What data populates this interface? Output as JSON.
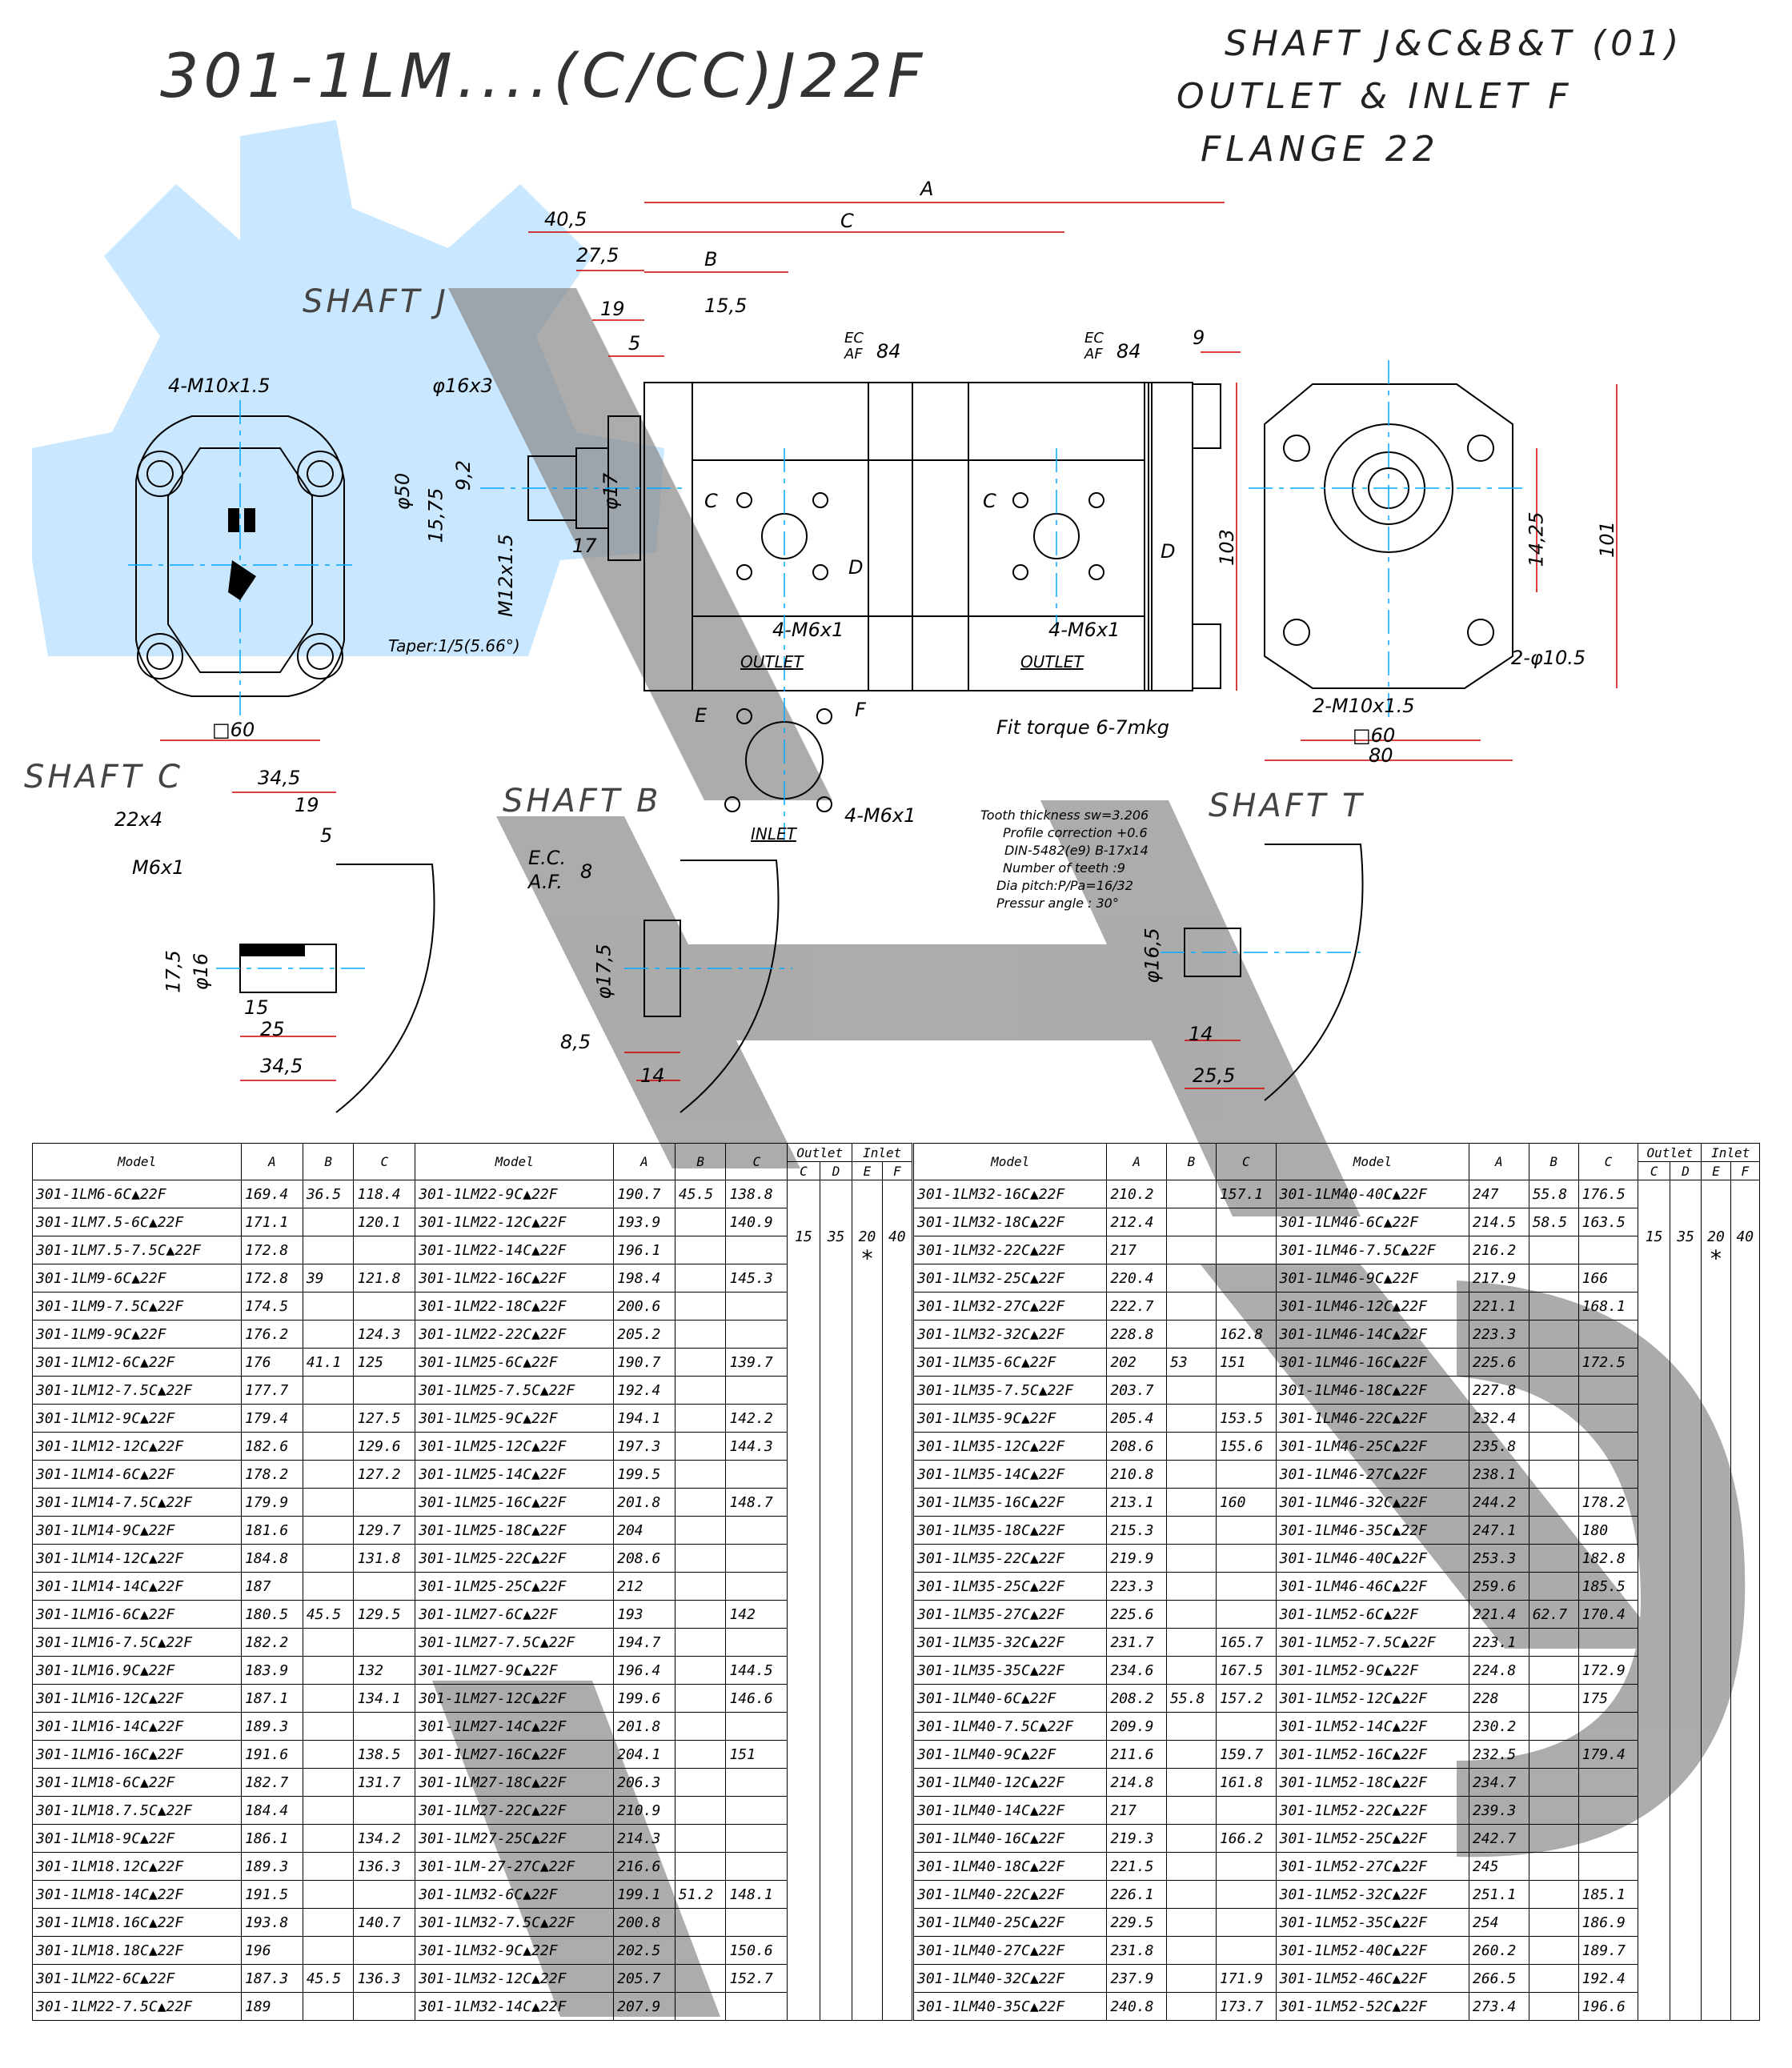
{
  "title": "301-1LM....(C/CC)J22F",
  "spec_lines": [
    "SHAFT J&C&B&T (01)",
    "OUTLET & INLET   F",
    "FLANGE 22"
  ],
  "shaft_labels": {
    "j": "SHAFT J",
    "c": "SHAFT C",
    "b": "SHAFT B",
    "t": "SHAFT T"
  },
  "dims": {
    "a": "A",
    "b": "B",
    "c": "C",
    "d405": "40,5",
    "d275": "27,5",
    "d19": "19",
    "d155": "15,5",
    "d5": "5",
    "d9": "9",
    "ecaf": "EC",
    "af": "AF",
    "d84": "84",
    "m10": "4-M10x1.5",
    "d16x3": "φ16x3",
    "d50": "φ50",
    "d1575": "15,75",
    "d92": "9,2",
    "m12": "M12x1.5",
    "d17": "φ17",
    "d17b": "17",
    "taper": "Taper:1/5(5.66°)",
    "sq60": "□60",
    "c_lbl": "C",
    "d_lbl": "D",
    "m6_4": "4-M6x1",
    "outlet": "OUTLET",
    "d103": "103",
    "fit": "Fit torque 6-7mkg",
    "e_lbl": "E",
    "f_lbl": "F",
    "inlet": "INLET",
    "d1425": "14,25",
    "d101": "101",
    "d105": "2-φ10.5",
    "m10_2": "2-M10x1.5",
    "sq60b": "□60",
    "d80": "80",
    "d345": "34,5",
    "d22x4": "22x4",
    "m6": "M6x1",
    "d175": "17,5",
    "d16": "φ16",
    "d15": "15",
    "d25": "25",
    "d345b": "34,5",
    "ec": "E.C.",
    "af2": "A.F.",
    "d8": "8",
    "d175b": "φ17,5",
    "d85": "8,5",
    "d14": "14",
    "d165": "φ16,5",
    "d14b": "14",
    "d255": "25,5"
  },
  "tooth_spec": [
    "Tooth thickness sw=3.206",
    "Profile correction +0.6",
    "DIN-5482(e9) B-17x14",
    "Number of teeth :9",
    "Dia pitch:P/Pa=16/32",
    "Pressur angle : 30°"
  ],
  "table_headers": {
    "model": "Model",
    "a": "A",
    "b": "B",
    "c": "C",
    "outlet": "Outlet",
    "inlet": "Inlet",
    "oc": "C",
    "od": "D",
    "ie": "E",
    "if": "F"
  },
  "ports": {
    "c": "15",
    "d": "35",
    "e": "20",
    "f": "40",
    "note": "*"
  },
  "table_left_a": [
    [
      "301-1LM6-6C▲22F",
      "169.4",
      "36.5",
      "118.4"
    ],
    [
      "301-1LM7.5-6C▲22F",
      "171.1",
      "",
      "120.1"
    ],
    [
      "301-1LM7.5-7.5C▲22F",
      "172.8",
      "",
      ""
    ],
    [
      "301-1LM9-6C▲22F",
      "172.8",
      "39",
      "121.8"
    ],
    [
      "301-1LM9-7.5C▲22F",
      "174.5",
      "",
      ""
    ],
    [
      "301-1LM9-9C▲22F",
      "176.2",
      "",
      "124.3"
    ],
    [
      "301-1LM12-6C▲22F",
      "176",
      "41.1",
      "125"
    ],
    [
      "301-1LM12-7.5C▲22F",
      "177.7",
      "",
      ""
    ],
    [
      "301-1LM12-9C▲22F",
      "179.4",
      "",
      "127.5"
    ],
    [
      "301-1LM12-12C▲22F",
      "182.6",
      "",
      "129.6"
    ],
    [
      "301-1LM14-6C▲22F",
      "178.2",
      "",
      "127.2"
    ],
    [
      "301-1LM14-7.5C▲22F",
      "179.9",
      "",
      ""
    ],
    [
      "301-1LM14-9C▲22F",
      "181.6",
      "",
      "129.7"
    ],
    [
      "301-1LM14-12C▲22F",
      "184.8",
      "",
      "131.8"
    ],
    [
      "301-1LM14-14C▲22F",
      "187",
      "",
      ""
    ],
    [
      "301-1LM16-6C▲22F",
      "180.5",
      "45.5",
      "129.5"
    ],
    [
      "301-1LM16-7.5C▲22F",
      "182.2",
      "",
      ""
    ],
    [
      "301-1LM16.9C▲22F",
      "183.9",
      "",
      "132"
    ],
    [
      "301-1LM16-12C▲22F",
      "187.1",
      "",
      "134.1"
    ],
    [
      "301-1LM16-14C▲22F",
      "189.3",
      "",
      ""
    ],
    [
      "301-1LM16-16C▲22F",
      "191.6",
      "",
      "138.5"
    ],
    [
      "301-1LM18-6C▲22F",
      "182.7",
      "",
      "131.7"
    ],
    [
      "301-1LM18.7.5C▲22F",
      "184.4",
      "",
      ""
    ],
    [
      "301-1LM18-9C▲22F",
      "186.1",
      "",
      "134.2"
    ],
    [
      "301-1LM18.12C▲22F",
      "189.3",
      "",
      "136.3"
    ],
    [
      "301-1LM18-14C▲22F",
      "191.5",
      "",
      ""
    ],
    [
      "301-1LM18.16C▲22F",
      "193.8",
      "",
      "140.7"
    ],
    [
      "301-1LM18.18C▲22F",
      "196",
      "",
      ""
    ],
    [
      "301-1LM22-6C▲22F",
      "187.3",
      "45.5",
      "136.3"
    ],
    [
      "301-1LM22-7.5C▲22F",
      "189",
      "",
      ""
    ]
  ],
  "table_left_b": [
    [
      "301-1LM22-9C▲22F",
      "190.7",
      "45.5",
      "138.8"
    ],
    [
      "301-1LM22-12C▲22F",
      "193.9",
      "",
      "140.9"
    ],
    [
      "301-1LM22-14C▲22F",
      "196.1",
      "",
      ""
    ],
    [
      "301-1LM22-16C▲22F",
      "198.4",
      "",
      "145.3"
    ],
    [
      "301-1LM22-18C▲22F",
      "200.6",
      "",
      ""
    ],
    [
      "301-1LM22-22C▲22F",
      "205.2",
      "",
      ""
    ],
    [
      "301-1LM25-6C▲22F",
      "190.7",
      "",
      "139.7"
    ],
    [
      "301-1LM25-7.5C▲22F",
      "192.4",
      "",
      ""
    ],
    [
      "301-1LM25-9C▲22F",
      "194.1",
      "",
      "142.2"
    ],
    [
      "301-1LM25-12C▲22F",
      "197.3",
      "",
      "144.3"
    ],
    [
      "301-1LM25-14C▲22F",
      "199.5",
      "",
      ""
    ],
    [
      "301-1LM25-16C▲22F",
      "201.8",
      "",
      "148.7"
    ],
    [
      "301-1LM25-18C▲22F",
      "204",
      "",
      ""
    ],
    [
      "301-1LM25-22C▲22F",
      "208.6",
      "",
      ""
    ],
    [
      "301-1LM25-25C▲22F",
      "212",
      "",
      ""
    ],
    [
      "301-1LM27-6C▲22F",
      "193",
      "",
      "142"
    ],
    [
      "301-1LM27-7.5C▲22F",
      "194.7",
      "",
      ""
    ],
    [
      "301-1LM27-9C▲22F",
      "196.4",
      "",
      "144.5"
    ],
    [
      "301-1LM27-12C▲22F",
      "199.6",
      "",
      "146.6"
    ],
    [
      "301-1LM27-14C▲22F",
      "201.8",
      "",
      ""
    ],
    [
      "301-1LM27-16C▲22F",
      "204.1",
      "",
      "151"
    ],
    [
      "301-1LM27-18C▲22F",
      "206.3",
      "",
      ""
    ],
    [
      "301-1LM27-22C▲22F",
      "210.9",
      "",
      ""
    ],
    [
      "301-1LM27-25C▲22F",
      "214.3",
      "",
      ""
    ],
    [
      "301-1LM-27-27C▲22F",
      "216.6",
      "",
      ""
    ],
    [
      "301-1LM32-6C▲22F",
      "199.1",
      "51.2",
      "148.1"
    ],
    [
      "301-1LM32-7.5C▲22F",
      "200.8",
      "",
      ""
    ],
    [
      "301-1LM32-9C▲22F",
      "202.5",
      "",
      "150.6"
    ],
    [
      "301-1LM32-12C▲22F",
      "205.7",
      "",
      "152.7"
    ],
    [
      "301-1LM32-14C▲22F",
      "207.9",
      "",
      ""
    ]
  ],
  "table_right_a": [
    [
      "301-1LM32-16C▲22F",
      "210.2",
      "",
      "157.1"
    ],
    [
      "301-1LM32-18C▲22F",
      "212.4",
      "",
      ""
    ],
    [
      "301-1LM32-22C▲22F",
      "217",
      "",
      ""
    ],
    [
      "301-1LM32-25C▲22F",
      "220.4",
      "",
      ""
    ],
    [
      "301-1LM32-27C▲22F",
      "222.7",
      "",
      ""
    ],
    [
      "301-1LM32-32C▲22F",
      "228.8",
      "",
      "162.8"
    ],
    [
      "301-1LM35-6C▲22F",
      "202",
      "53",
      "151"
    ],
    [
      "301-1LM35-7.5C▲22F",
      "203.7",
      "",
      ""
    ],
    [
      "301-1LM35-9C▲22F",
      "205.4",
      "",
      "153.5"
    ],
    [
      "301-1LM35-12C▲22F",
      "208.6",
      "",
      "155.6"
    ],
    [
      "301-1LM35-14C▲22F",
      "210.8",
      "",
      ""
    ],
    [
      "301-1LM35-16C▲22F",
      "213.1",
      "",
      "160"
    ],
    [
      "301-1LM35-18C▲22F",
      "215.3",
      "",
      ""
    ],
    [
      "301-1LM35-22C▲22F",
      "219.9",
      "",
      ""
    ],
    [
      "301-1LM35-25C▲22F",
      "223.3",
      "",
      ""
    ],
    [
      "301-1LM35-27C▲22F",
      "225.6",
      "",
      ""
    ],
    [
      "301-1LM35-32C▲22F",
      "231.7",
      "",
      "165.7"
    ],
    [
      "301-1LM35-35C▲22F",
      "234.6",
      "",
      "167.5"
    ],
    [
      "301-1LM40-6C▲22F",
      "208.2",
      "55.8",
      "157.2"
    ],
    [
      "301-1LM40-7.5C▲22F",
      "209.9",
      "",
      ""
    ],
    [
      "301-1LM40-9C▲22F",
      "211.6",
      "",
      "159.7"
    ],
    [
      "301-1LM40-12C▲22F",
      "214.8",
      "",
      "161.8"
    ],
    [
      "301-1LM40-14C▲22F",
      "217",
      "",
      ""
    ],
    [
      "301-1LM40-16C▲22F",
      "219.3",
      "",
      "166.2"
    ],
    [
      "301-1LM40-18C▲22F",
      "221.5",
      "",
      ""
    ],
    [
      "301-1LM40-22C▲22F",
      "226.1",
      "",
      ""
    ],
    [
      "301-1LM40-25C▲22F",
      "229.5",
      "",
      ""
    ],
    [
      "301-1LM40-27C▲22F",
      "231.8",
      "",
      ""
    ],
    [
      "301-1LM40-32C▲22F",
      "237.9",
      "",
      "171.9"
    ],
    [
      "301-1LM40-35C▲22F",
      "240.8",
      "",
      "173.7"
    ]
  ],
  "table_right_b": [
    [
      "301-1LM40-40C▲22F",
      "247",
      "55.8",
      "176.5"
    ],
    [
      "301-1LM46-6C▲22F",
      "214.5",
      "58.5",
      "163.5"
    ],
    [
      "301-1LM46-7.5C▲22F",
      "216.2",
      "",
      ""
    ],
    [
      "301-1LM46-9C▲22F",
      "217.9",
      "",
      "166"
    ],
    [
      "301-1LM46-12C▲22F",
      "221.1",
      "",
      "168.1"
    ],
    [
      "301-1LM46-14C▲22F",
      "223.3",
      "",
      ""
    ],
    [
      "301-1LM46-16C▲22F",
      "225.6",
      "",
      "172.5"
    ],
    [
      "301-1LM46-18C▲22F",
      "227.8",
      "",
      ""
    ],
    [
      "301-1LM46-22C▲22F",
      "232.4",
      "",
      ""
    ],
    [
      "301-1LM46-25C▲22F",
      "235.8",
      "",
      ""
    ],
    [
      "301-1LM46-27C▲22F",
      "238.1",
      "",
      ""
    ],
    [
      "301-1LM46-32C▲22F",
      "244.2",
      "",
      "178.2"
    ],
    [
      "301-1LM46-35C▲22F",
      "247.1",
      "",
      "180"
    ],
    [
      "301-1LM46-40C▲22F",
      "253.3",
      "",
      "182.8"
    ],
    [
      "301-1LM46-46C▲22F",
      "259.6",
      "",
      "185.5"
    ],
    [
      "301-1LM52-6C▲22F",
      "221.4",
      "62.7",
      "170.4"
    ],
    [
      "301-1LM52-7.5C▲22F",
      "223.1",
      "",
      ""
    ],
    [
      "301-1LM52-9C▲22F",
      "224.8",
      "",
      "172.9"
    ],
    [
      "301-1LM52-12C▲22F",
      "228",
      "",
      "175"
    ],
    [
      "301-1LM52-14C▲22F",
      "230.2",
      "",
      ""
    ],
    [
      "301-1LM52-16C▲22F",
      "232.5",
      "",
      "179.4"
    ],
    [
      "301-1LM52-18C▲22F",
      "234.7",
      "",
      ""
    ],
    [
      "301-1LM52-22C▲22F",
      "239.3",
      "",
      ""
    ],
    [
      "301-1LM52-25C▲22F",
      "242.7",
      "",
      ""
    ],
    [
      "301-1LM52-27C▲22F",
      "245",
      "",
      ""
    ],
    [
      "301-1LM52-32C▲22F",
      "251.1",
      "",
      "185.1"
    ],
    [
      "301-1LM52-35C▲22F",
      "254",
      "",
      "186.9"
    ],
    [
      "301-1LM52-40C▲22F",
      "260.2",
      "",
      "189.7"
    ],
    [
      "301-1LM52-46C▲22F",
      "266.5",
      "",
      "192.4"
    ],
    [
      "301-1LM52-52C▲22F",
      "273.4",
      "",
      "196.6"
    ]
  ],
  "colors": {
    "dimension": "#cc0000",
    "centerline": "#00aaff",
    "watermark_gear": "#bfe3ff",
    "watermark_letters": "#8c8c8c"
  }
}
